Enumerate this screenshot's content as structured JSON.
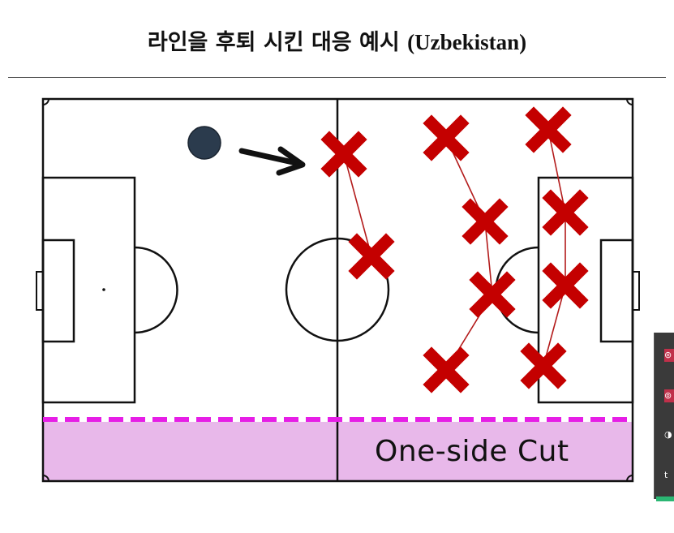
{
  "title": {
    "korean": "라인을 후퇴 시킨 대응 예시",
    "latin": "(Uzbekistan)"
  },
  "zone_label": "One-side Cut",
  "colors": {
    "pitch_line": "#111111",
    "ball": "#2b3b4d",
    "marker": "#c40000",
    "link_line": "#b31b1b",
    "cut_dash": "#e61ee6",
    "zone_fill": "#e8b8ea"
  },
  "icons": {
    "ball": "ball-icon",
    "arrow": "arrow-right-icon",
    "marker": "x-marker-icon"
  },
  "side_panel": {
    "b1": "⊚",
    "b2": "⊚",
    "b3": "◑",
    "b4": "t"
  }
}
